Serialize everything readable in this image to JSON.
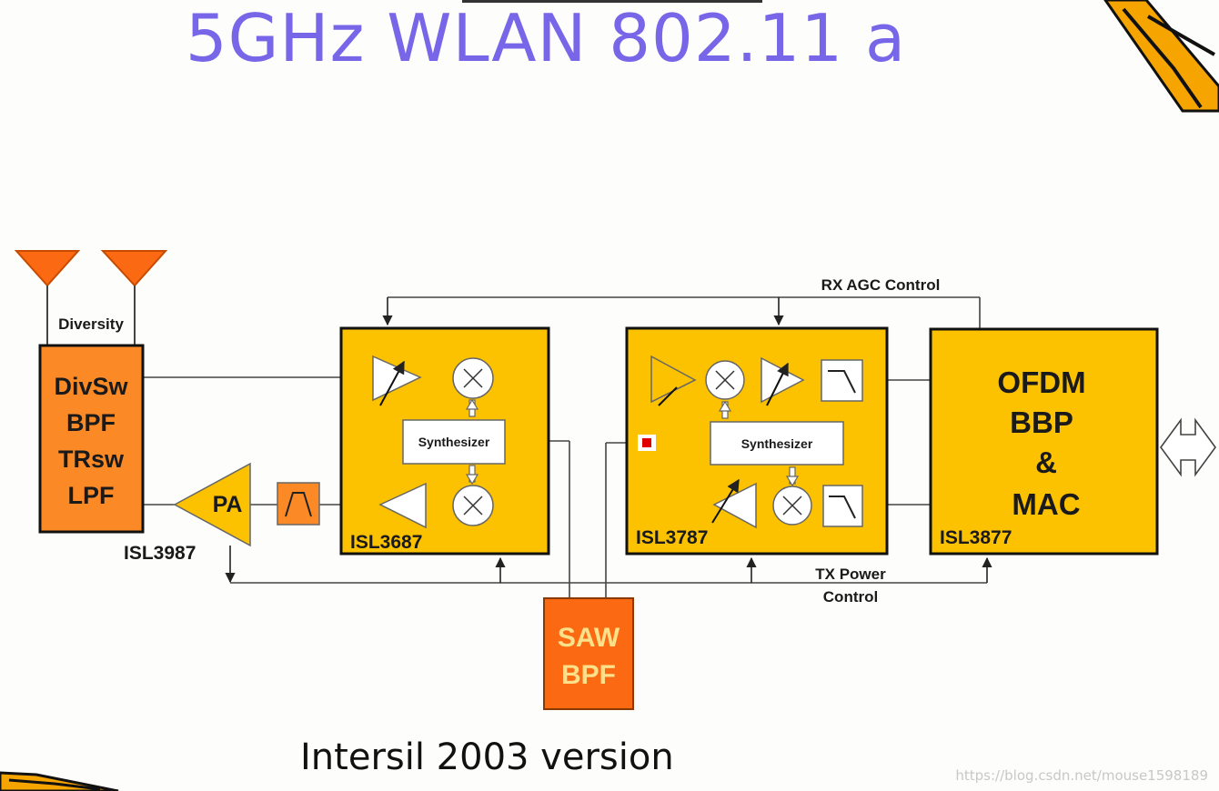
{
  "title": "5GHz WLAN 802.11 a",
  "caption": "Intersil 2003 version",
  "watermark": "https://blog.csdn.net/mouse1598189",
  "colors": {
    "title": "#7866e8",
    "block_yellow": "#fcc200",
    "block_orange": "#fb8a26",
    "saw_orange": "#fb6a12",
    "saw_text": "#fde08a",
    "antenna": "#fb6a12"
  },
  "labels": {
    "diversity": "Diversity",
    "rx_agc": "RX AGC Control",
    "tx_power_1": "TX Power",
    "tx_power_2": "Control",
    "isl3987": "ISL3987",
    "pa": "PA"
  },
  "blocks": {
    "divsw": {
      "lines": [
        "DivSw",
        "BPF",
        "TRsw",
        "LPF"
      ]
    },
    "isl3687": {
      "name": "ISL3687",
      "synth": "Synthesizer"
    },
    "isl3787": {
      "name": "ISL3787",
      "synth": "Synthesizer"
    },
    "isl3877": {
      "name": "ISL3877",
      "lines": [
        "OFDM",
        "BBP",
        "&",
        "MAC"
      ]
    },
    "saw": {
      "lines": [
        "SAW",
        "BPF"
      ]
    }
  },
  "icons": [
    "antenna-icon",
    "amplifier-icon",
    "mixer-icon",
    "filter-icon",
    "double-arrow-icon"
  ]
}
